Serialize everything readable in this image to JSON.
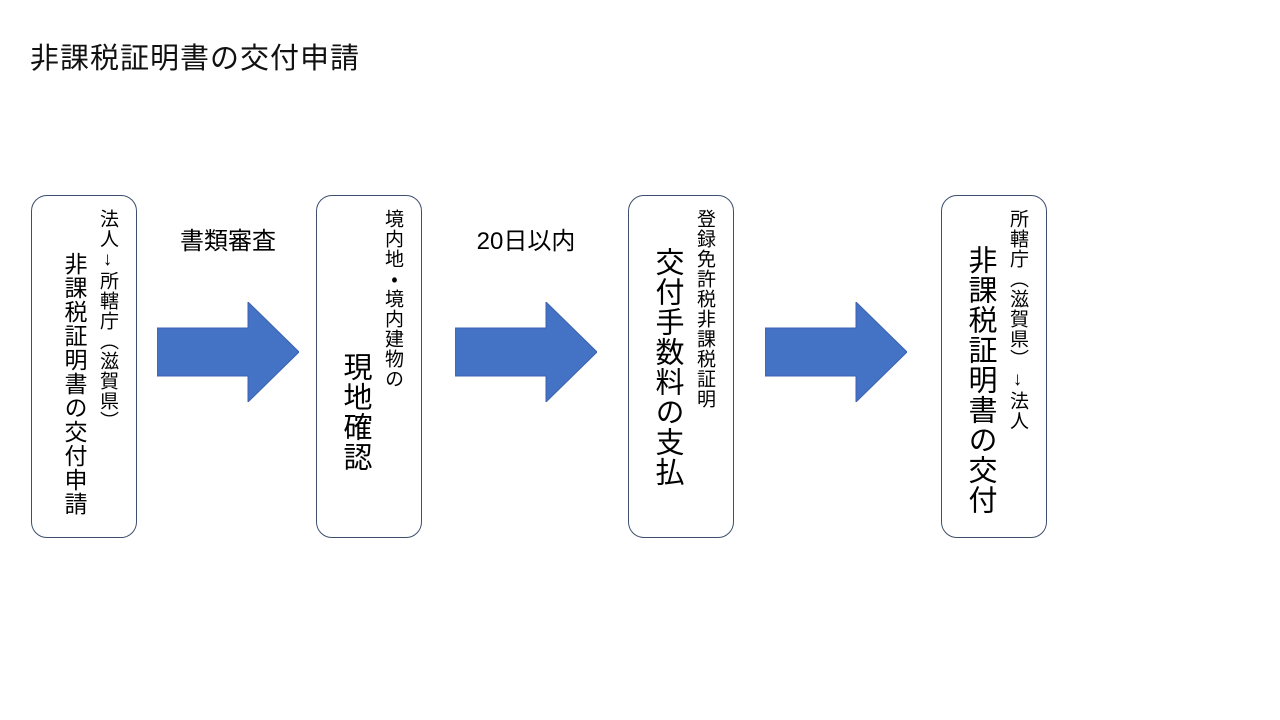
{
  "title": "非課税証明書の交付申請",
  "flow": {
    "boxes": [
      {
        "small_parts": [
          "法人",
          "↓",
          "所轄庁（滋賀県）"
        ],
        "large": "非課税証明書の交付申請"
      },
      {
        "small_parts": [
          "境内地・境内建物の"
        ],
        "large": "現地確認"
      },
      {
        "small_parts": [
          "登録免許税非課税証明"
        ],
        "large": "交付手数料の支払"
      },
      {
        "small_parts": [
          "所轄庁（滋賀県）",
          "↓",
          "法人"
        ],
        "large": "非課税証明書の交付"
      }
    ],
    "arrows": [
      {
        "label": "書類審査"
      },
      {
        "label": "20日以内"
      },
      {
        "label": ""
      }
    ],
    "colors": {
      "arrow_fill": "#4472C4",
      "box_border": "#3D4F6D",
      "text": "#000000",
      "background": "#FFFFFF"
    }
  }
}
